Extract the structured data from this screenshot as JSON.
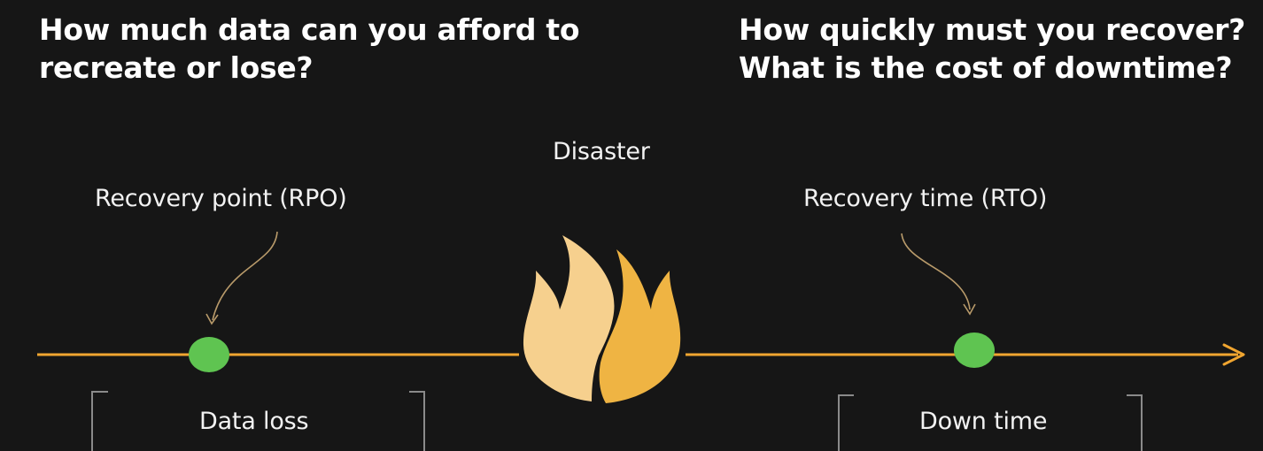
{
  "headings": {
    "left": [
      "How much data can you afford to",
      "recreate or lose?"
    ],
    "right": [
      "How quickly must you recover?",
      "What is the cost of downtime?"
    ]
  },
  "labels": {
    "disaster": "Disaster",
    "rpo": "Recovery point (RPO)",
    "rto": "Recovery time (RTO)",
    "data_loss": "Data loss",
    "down_time": "Down time"
  },
  "colors": {
    "background": "#161616",
    "timeline": "#f0a530",
    "point": "#5fc451",
    "flame_left": "#f6d08e",
    "flame_right": "#efb443",
    "bracket": "#8a8a8a",
    "curve_arrow": "#b89a6a"
  },
  "icons": {
    "disaster": "fire-icon"
  }
}
